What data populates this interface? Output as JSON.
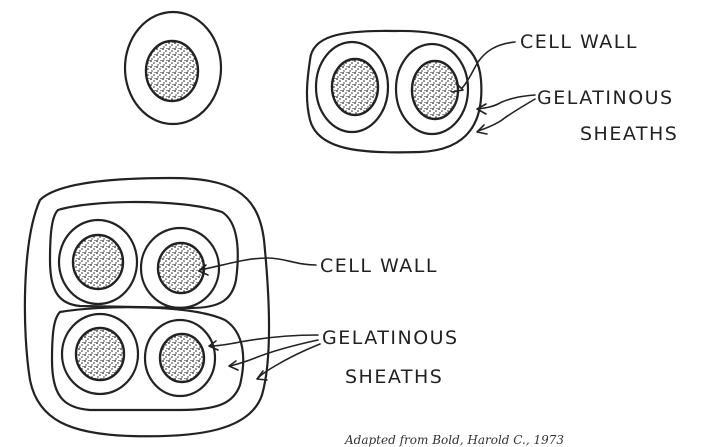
{
  "labels": {
    "top_cell_wall": "CELL WALL",
    "top_sheaths_line1": "GELATINOUS",
    "top_sheaths_line2": "SHEATHS",
    "bottom_cell_wall": "CELL WALL",
    "bottom_sheaths_line1": "GELATINOUS",
    "bottom_sheaths_line2": "SHEATHS",
    "credit": "Adapted from Bold, Harold C., 1973"
  },
  "colors": {
    "ink": "#222222",
    "background": "#ffffff"
  }
}
